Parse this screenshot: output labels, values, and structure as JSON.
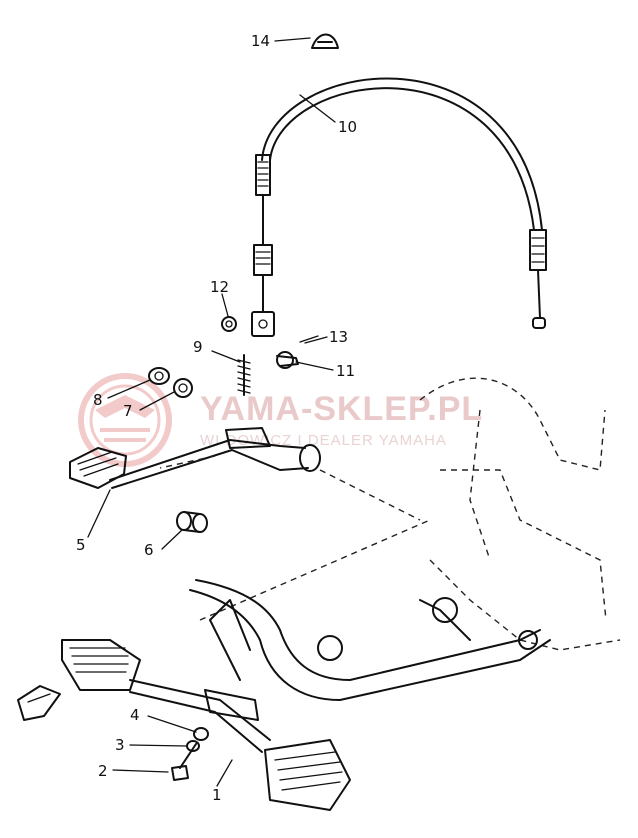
{
  "watermark": {
    "title": "YAMA-SKLEP.PL",
    "subtitle": "WI   DOWICZ I DEALER YAMAHA",
    "logo_color": "#e8a0a0"
  },
  "callouts": {
    "c1": "1",
    "c2": "2",
    "c3": "3",
    "c4": "4",
    "c5": "5",
    "c6": "6",
    "c7": "7",
    "c8": "8",
    "c9": "9",
    "c10": "10",
    "c11": "11",
    "c12": "12",
    "c13": "13",
    "c14": "14"
  }
}
